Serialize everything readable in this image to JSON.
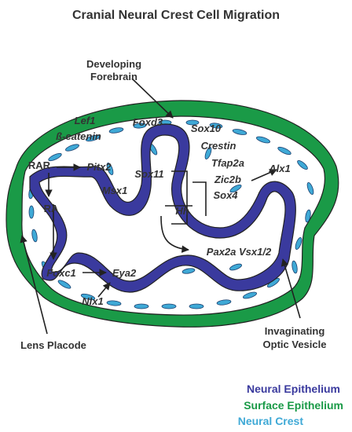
{
  "title": "Cranial Neural Crest Cell Migration",
  "labels": {
    "developing_forebrain_line1": "Developing",
    "developing_forebrain_line2": "Forebrain",
    "lens_placode": "Lens Placode",
    "invaginating_line1": "Invaginating",
    "invaginating_line2": "Optic Vesicle",
    "rar": "RAR",
    "ra": "RA",
    "hh": "Hh"
  },
  "genes": {
    "lef1": "Lef1",
    "bcatenin": "ß-catenin",
    "foxd3": "Foxd3",
    "sox10": "Sox10",
    "crestin": "Crestin",
    "tfap2a": "Tfap2a",
    "pitx2": "Pitx2",
    "sox11": "Sox11",
    "zic2b": "Zic2b",
    "alx1": "Alx1",
    "msx1": "Msx1",
    "sox4": "Sox4",
    "pax2a_vsx1": "Pax2a Vsx1/2",
    "foxc1": "Foxc1",
    "eya2": "Eya2",
    "nlx1": "Nlx1"
  },
  "legend": [
    {
      "label": "Neural Epithelium",
      "color": "#3a3a9e"
    },
    {
      "label": "Surface Epithelium",
      "color": "#1a9a47"
    },
    {
      "label": "Neural Crest",
      "color": "#3fa9d6"
    }
  ],
  "colors": {
    "neural_epithelium": "#3a3a9e",
    "surface_epithelium": "#1a9a47",
    "neural_crest": "#3fa9d6",
    "outline": "#222222"
  }
}
